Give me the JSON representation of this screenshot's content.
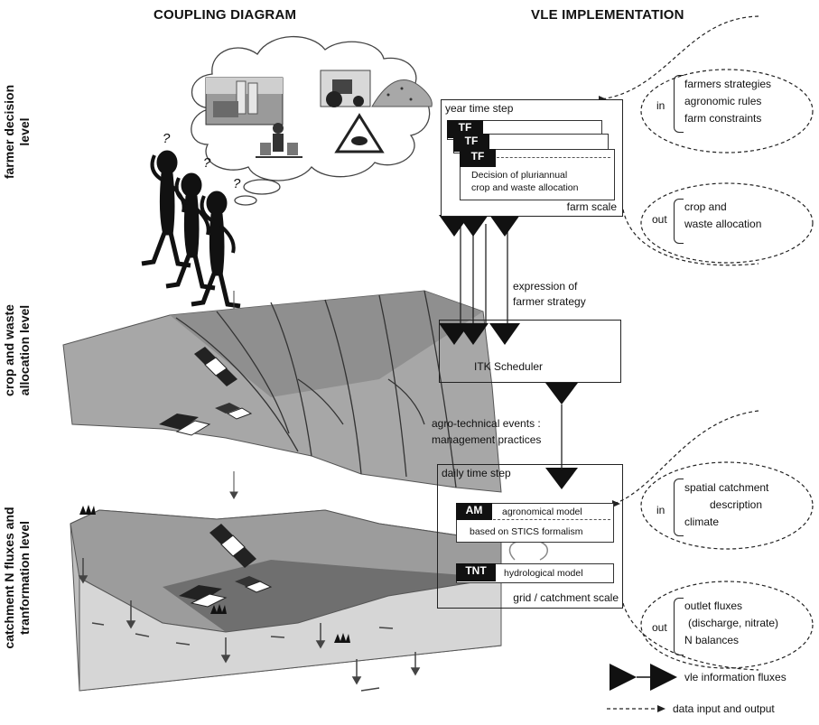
{
  "titles": {
    "left": "COUPLING DIAGRAM",
    "right": "VLE IMPLEMENTATION"
  },
  "levels": {
    "farmer": [
      "farmer decision",
      "level"
    ],
    "crop": [
      "crop and waste",
      "allocation level"
    ],
    "catchment": [
      "catchment N fluxes and",
      "tranformation level"
    ]
  },
  "farm_box": {
    "time_step": "year time step",
    "tf_tag": "TF",
    "decision_line1": "Decision of pluriannual",
    "decision_line2": "crop and waste allocation",
    "scale": "farm scale"
  },
  "farm_in": {
    "label": "in",
    "items": [
      "farmers strategies",
      "agronomic rules",
      "farm constraints"
    ]
  },
  "farm_out": {
    "label": "out",
    "items": [
      "crop and",
      "waste allocation"
    ]
  },
  "expression": [
    "expression of",
    "farmer strategy"
  ],
  "scheduler": "ITK Scheduler",
  "agro_events": [
    "agro-technical events :",
    "management practices"
  ],
  "daily_box": {
    "time_step": "daily time step",
    "am_tag": "AM",
    "am_label": "agronomical model",
    "am_basis": "based on STICS formalism",
    "tnt_tag": "TNT",
    "tnt_label": "hydrological model",
    "scale": "grid / catchment scale"
  },
  "catch_in": {
    "label": "in",
    "items": [
      "spatial catchment",
      "description",
      "climate"
    ]
  },
  "catch_out": {
    "label": "out",
    "items": [
      "outlet fluxes",
      "(discharge, nitrate)",
      "N balances"
    ]
  },
  "legend": {
    "vle": "vle information fluxes",
    "data": "data input and output"
  },
  "question_mark": "?"
}
